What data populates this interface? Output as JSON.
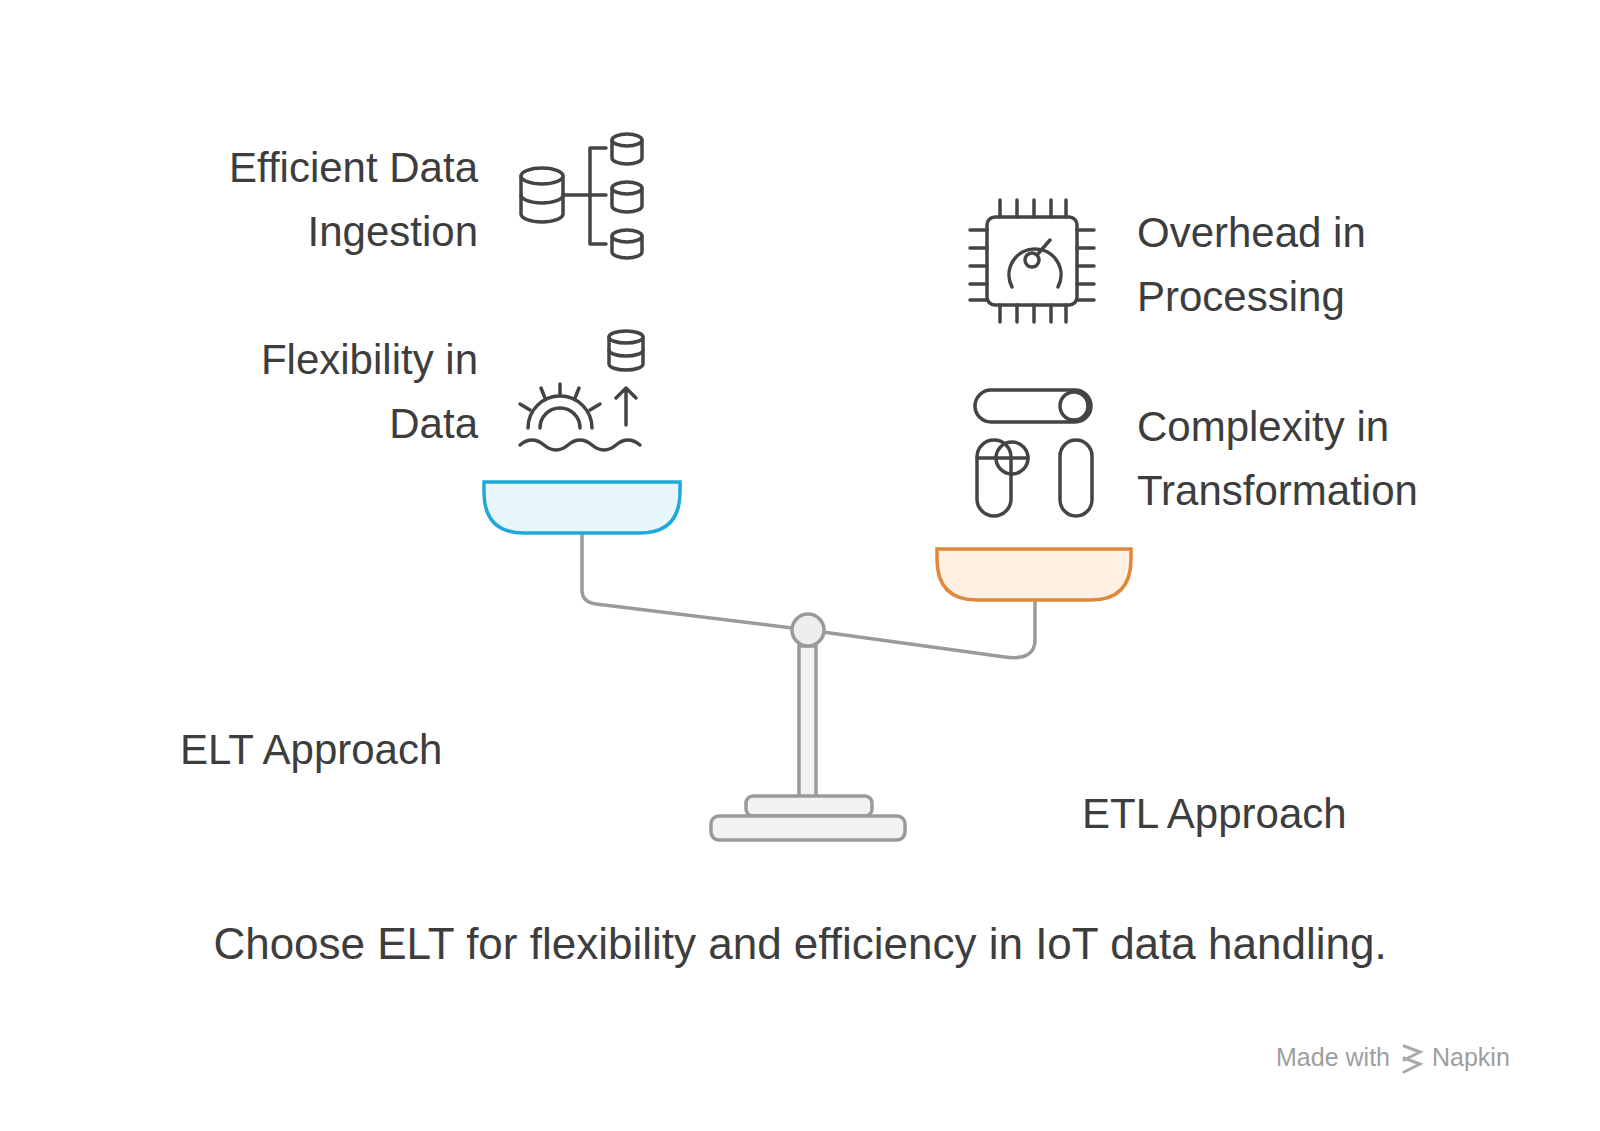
{
  "diagram": {
    "caption": "Choose ELT for flexibility and efficiency in IoT data handling.",
    "labels": [
      "Efficient Data Ingestion",
      "Flexibility in Data",
      "Overhead in Processing",
      "Complexity in Transformation",
      "ELT Approach",
      "ETL Approach",
      "Made with",
      "Napkin"
    ]
  }
}
